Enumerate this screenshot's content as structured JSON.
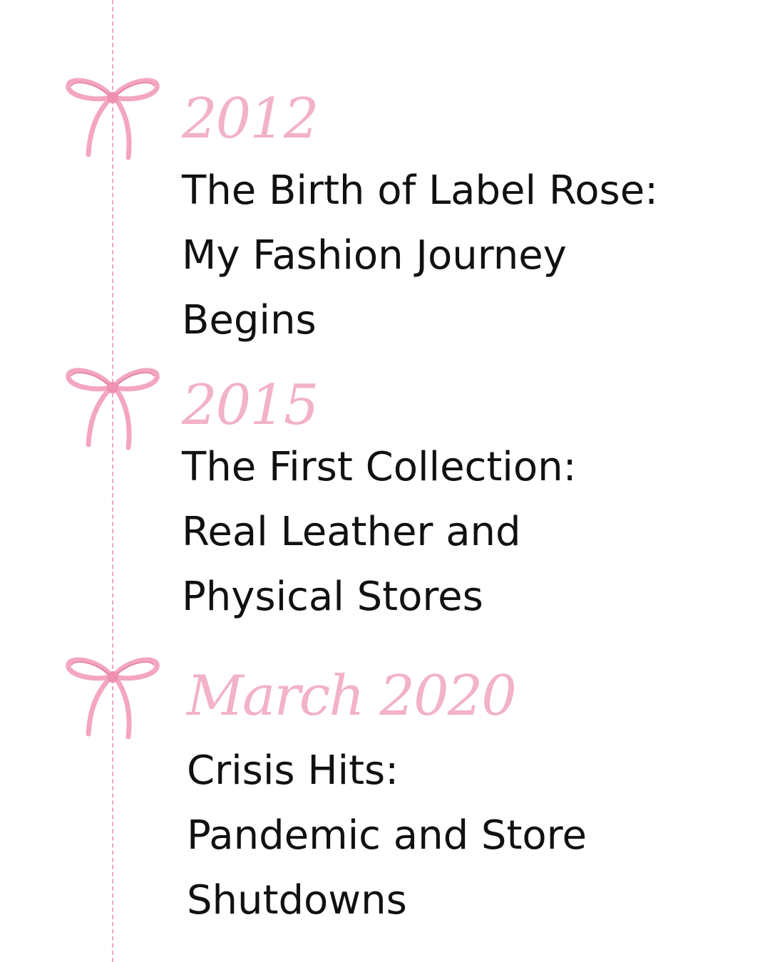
{
  "theme": {
    "accent": "#f2b2c7",
    "bow": "#f4a6c0",
    "bow_dark": "#e27fa3",
    "text": "#111111"
  },
  "timeline": {
    "events": [
      {
        "year": "2012",
        "lines": [
          "The Birth of Label Rose:",
          "My Fashion Journey",
          "Begins"
        ]
      },
      {
        "year": "2015",
        "lines": [
          "The First Collection:",
          "Real Leather and",
          "Physical Stores"
        ]
      },
      {
        "year": "March 2020",
        "lines": [
          "Crisis Hits:",
          "Pandemic and Store",
          "Shutdowns"
        ]
      }
    ],
    "icon": "ribbon-bow-icon"
  }
}
